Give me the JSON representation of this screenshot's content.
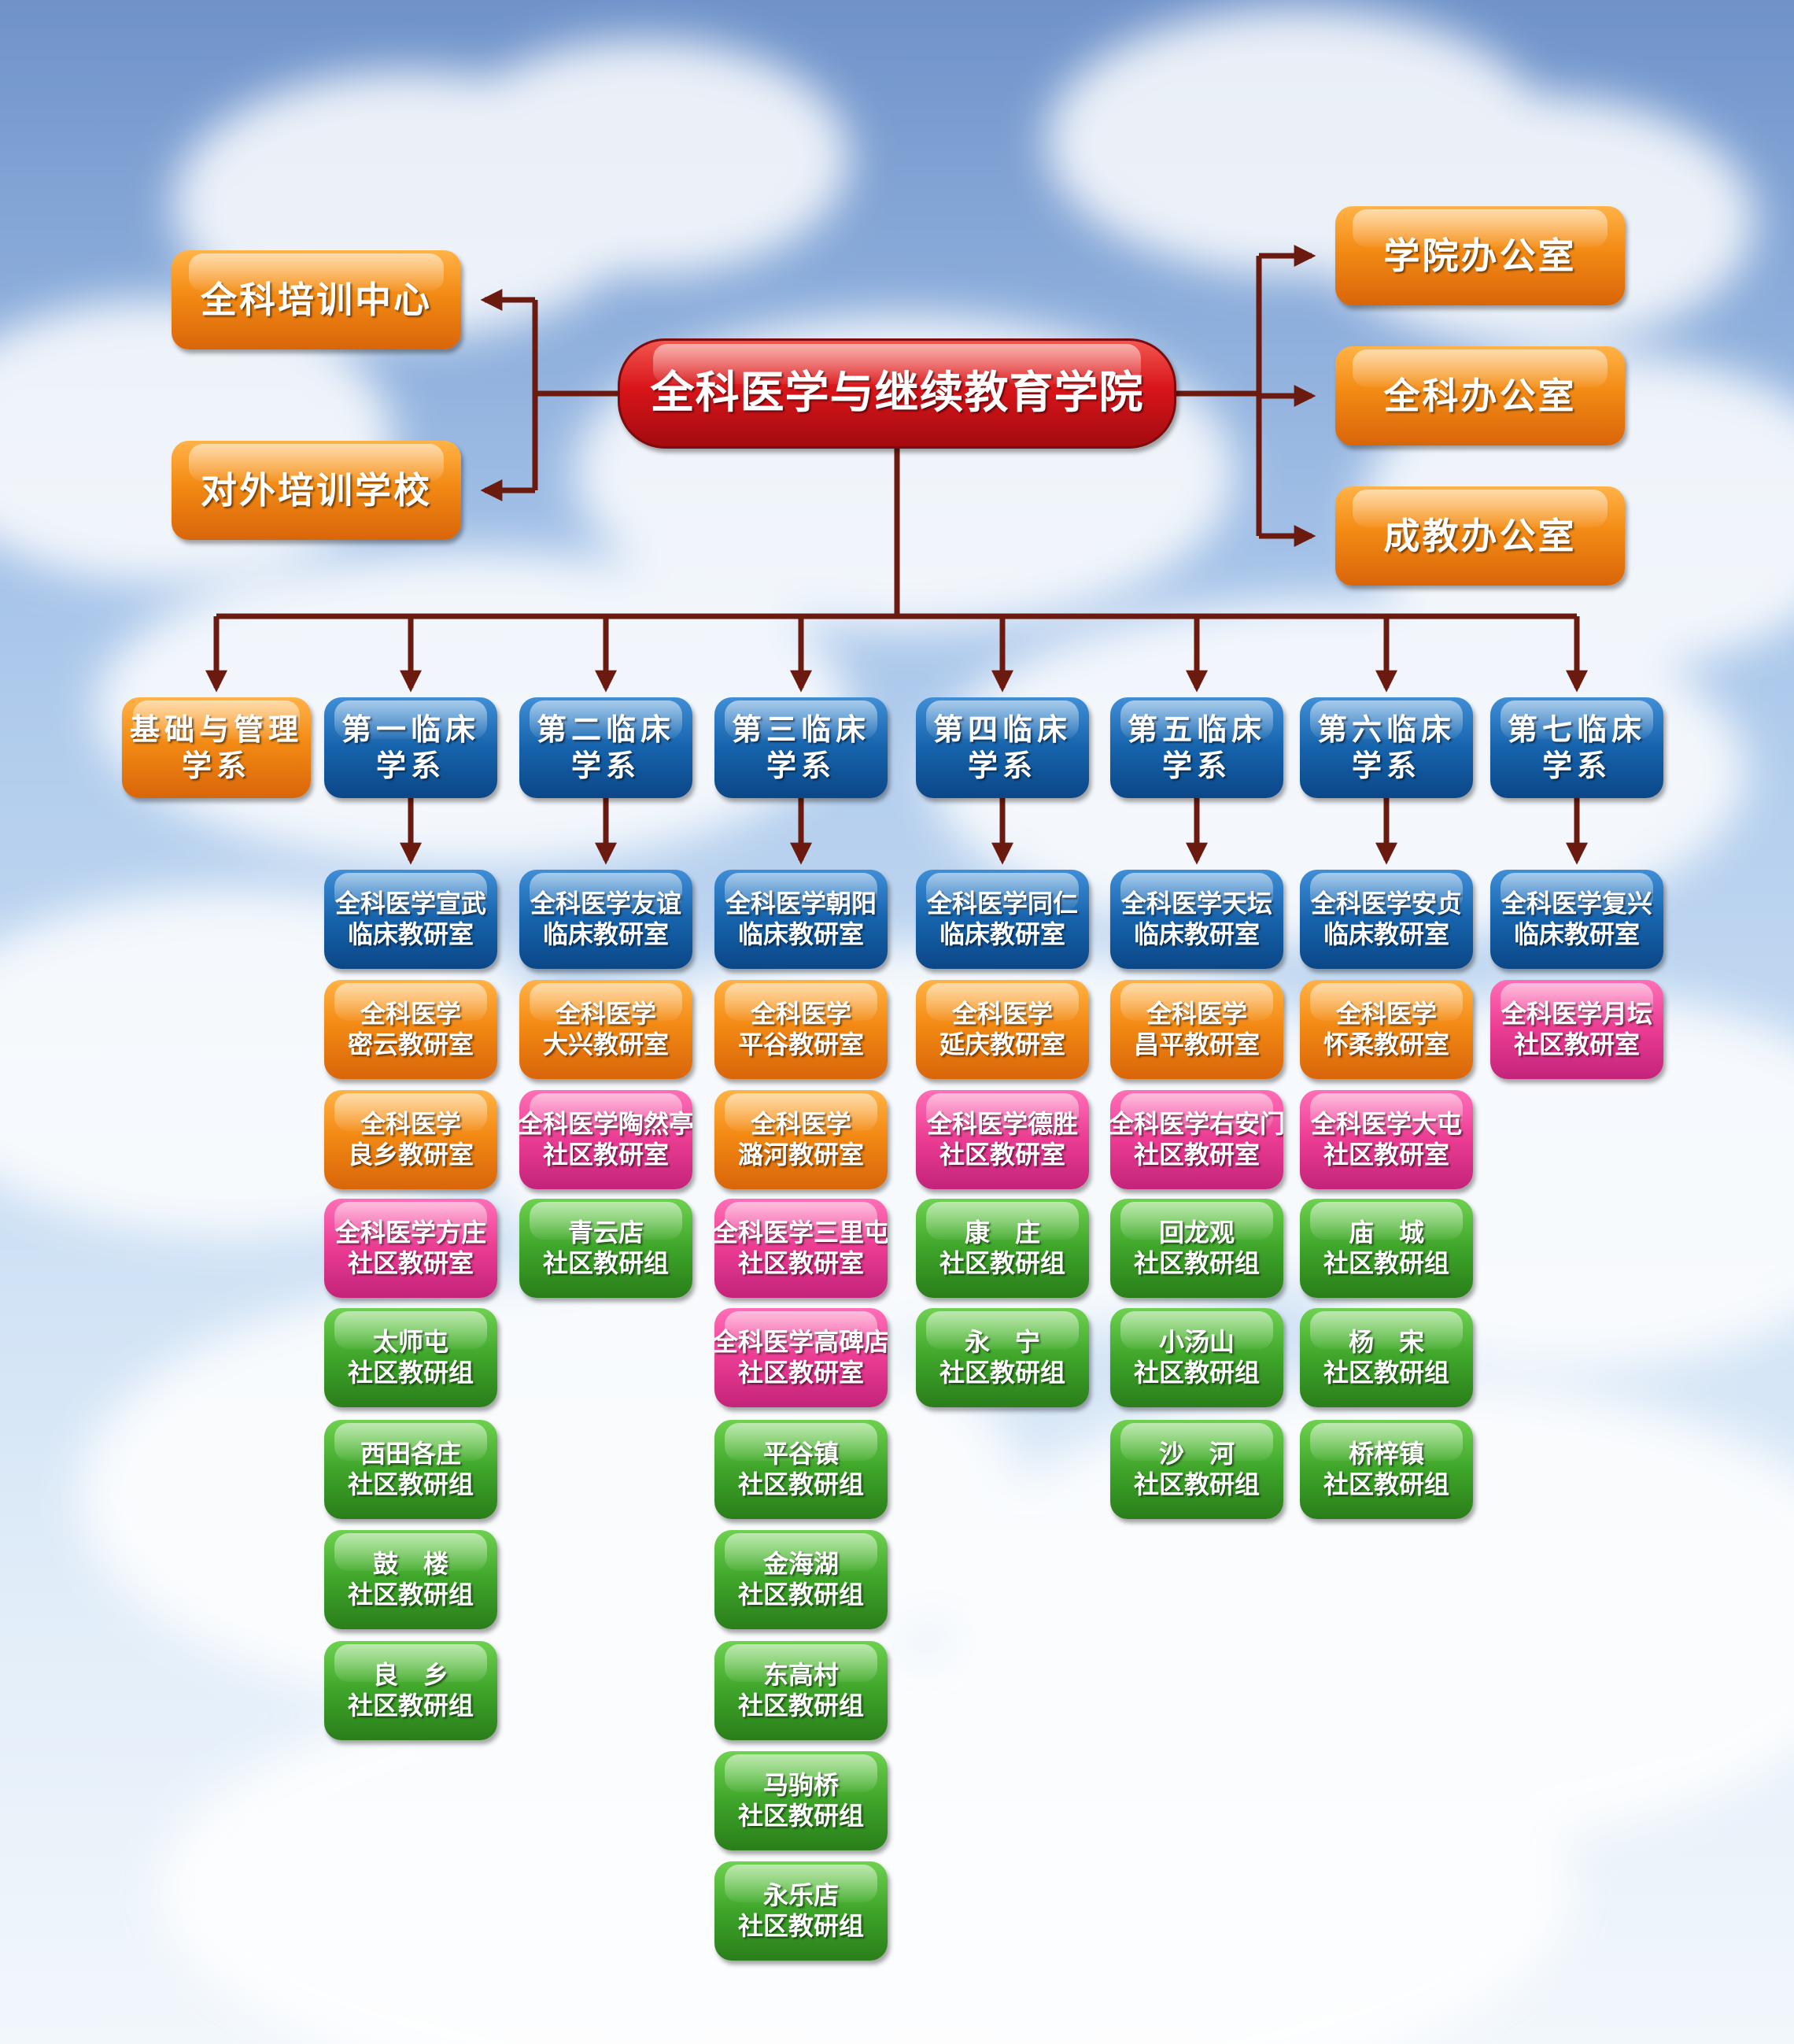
{
  "root": "全科医学与继续教育学院",
  "left_units": [
    "全科培训中心",
    "对外培训学校"
  ],
  "right_units": [
    "学院办公室",
    "全科办公室",
    "成教办公室"
  ],
  "departments": [
    {
      "name": [
        "基础与管理",
        "学系"
      ],
      "units": []
    },
    {
      "name": [
        "第一临床",
        "学系"
      ],
      "units": [
        [
          "全科医学宣武",
          "临床教研室"
        ],
        [
          "全科医学",
          "密云教研室"
        ],
        [
          "全科医学",
          "良乡教研室"
        ],
        [
          "全科医学方庄",
          "社区教研室"
        ],
        [
          "太师屯",
          "社区教研组"
        ],
        [
          "西田各庄",
          "社区教研组"
        ],
        [
          "鼓　楼",
          "社区教研组"
        ],
        [
          "良　乡",
          "社区教研组"
        ]
      ]
    },
    {
      "name": [
        "第二临床",
        "学系"
      ],
      "units": [
        [
          "全科医学友谊",
          "临床教研室"
        ],
        [
          "全科医学",
          "大兴教研室"
        ],
        [
          "全科医学陶然亭",
          "社区教研室"
        ],
        [
          "青云店",
          "社区教研组"
        ]
      ]
    },
    {
      "name": [
        "第三临床",
        "学系"
      ],
      "units": [
        [
          "全科医学朝阳",
          "临床教研室"
        ],
        [
          "全科医学",
          "平谷教研室"
        ],
        [
          "全科医学",
          "潞河教研室"
        ],
        [
          "全科医学三里屯",
          "社区教研室"
        ],
        [
          "全科医学高碑店",
          "社区教研室"
        ],
        [
          "平谷镇",
          "社区教研组"
        ],
        [
          "金海湖",
          "社区教研组"
        ],
        [
          "东高村",
          "社区教研组"
        ],
        [
          "马驹桥",
          "社区教研组"
        ],
        [
          "永乐店",
          "社区教研组"
        ]
      ]
    },
    {
      "name": [
        "第四临床",
        "学系"
      ],
      "units": [
        [
          "全科医学同仁",
          "临床教研室"
        ],
        [
          "全科医学",
          "延庆教研室"
        ],
        [
          "全科医学德胜",
          "社区教研室"
        ],
        [
          "康　庄",
          "社区教研组"
        ],
        [
          "永　宁",
          "社区教研组"
        ]
      ]
    },
    {
      "name": [
        "第五临床",
        "学系"
      ],
      "units": [
        [
          "全科医学天坛",
          "临床教研室"
        ],
        [
          "全科医学",
          "昌平教研室"
        ],
        [
          "全科医学右安门",
          "社区教研室"
        ],
        [
          "回龙观",
          "社区教研组"
        ],
        [
          "小汤山",
          "社区教研组"
        ],
        [
          "沙　河",
          "社区教研组"
        ]
      ]
    },
    {
      "name": [
        "第六临床",
        "学系"
      ],
      "units": [
        [
          "全科医学安贞",
          "临床教研室"
        ],
        [
          "全科医学",
          "怀柔教研室"
        ],
        [
          "全科医学大屯",
          "社区教研室"
        ],
        [
          "庙　城",
          "社区教研组"
        ],
        [
          "杨　宋",
          "社区教研组"
        ],
        [
          "桥梓镇",
          "社区教研组"
        ]
      ]
    },
    {
      "name": [
        "第七临床",
        "学系"
      ],
      "units": [
        [
          "全科医学复兴",
          "临床教研室"
        ],
        [
          "全科医学月坛",
          "社区教研室"
        ]
      ]
    }
  ],
  "colors": {
    "orange": "#f38a14",
    "red": "#d8151a",
    "blue": "#1663ac",
    "pink": "#ea3c92",
    "green": "#3ea52a",
    "line": "#6b1a10"
  }
}
